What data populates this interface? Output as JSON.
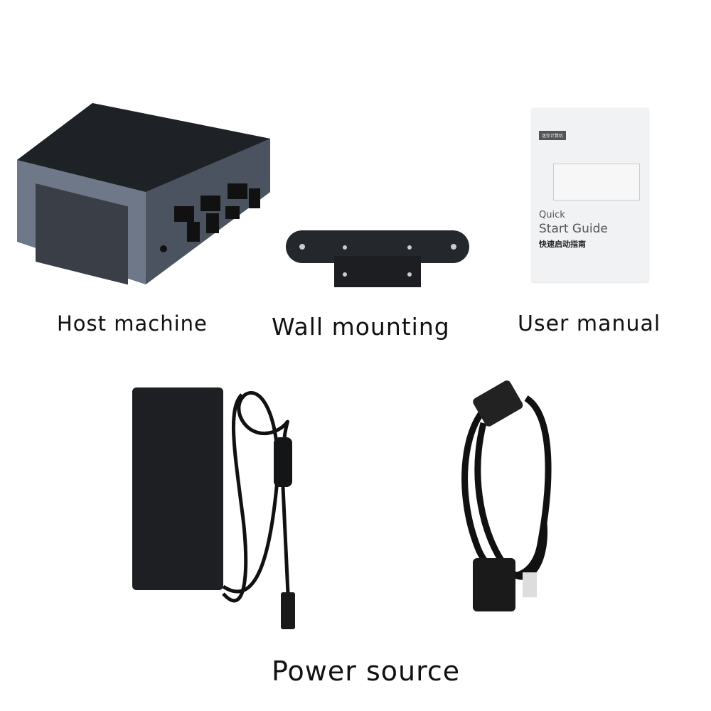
{
  "labels": {
    "host": "Host machine",
    "wall": "Wall mounting",
    "manual": "User manual",
    "power": "Power source"
  },
  "manual_cover": {
    "tag": "迷你计算机",
    "line1": "Quick",
    "line2": "Start Guide",
    "line3": "快速启动指南"
  }
}
